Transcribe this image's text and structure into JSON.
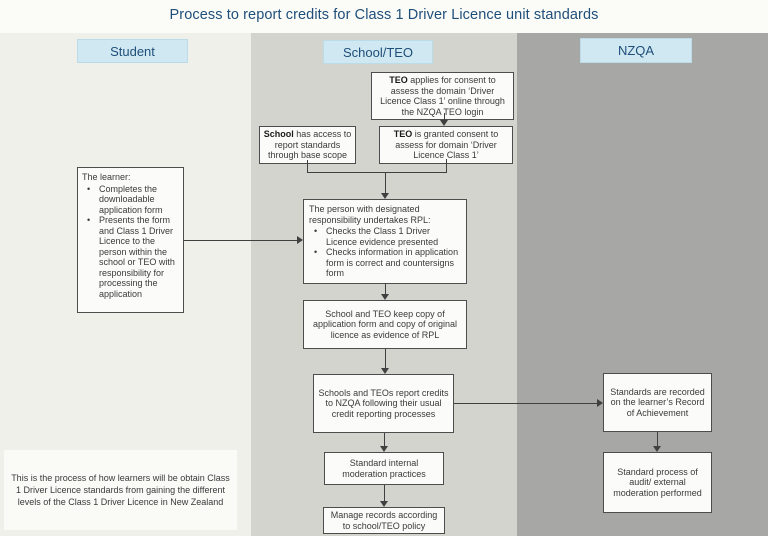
{
  "title": "Process to report credits for Class 1 Driver Licence unit standards",
  "columns": {
    "student": {
      "label": "Student"
    },
    "school_teo": {
      "label": "School/TEO"
    },
    "nzqa": {
      "label": "NZQA"
    }
  },
  "boxes": {
    "teo_applies": {
      "bold": "TEO",
      "text": " applies for consent to assess the domain ‘Driver Licence Class 1’ online through the NZQA TEO login"
    },
    "school_access": {
      "bold": "School",
      "text": " has access to report standards through base scope"
    },
    "teo_granted": {
      "bold": "TEO",
      "text": " is granted consent to assess for domain ‘Driver Licence Class 1’"
    },
    "learner": {
      "title": "The learner:",
      "bullets": [
        "Completes the downloadable application form",
        "Presents the form and Class 1 Driver Licence to the person within the school or TEO with responsibility for processing the application"
      ]
    },
    "rpl": {
      "title": "The person with designated responsibility undertakes RPL:",
      "bullets": [
        "Checks the Class 1 Driver Licence evidence presented",
        "Checks information in application form is correct and countersigns form"
      ]
    },
    "keep_copy": {
      "text": "School and TEO keep copy of application form and copy of original licence as evidence of RPL"
    },
    "report_credits": {
      "text": "Schools and TEOs report credits to NZQA following their usual credit reporting processes"
    },
    "internal_moderation": {
      "text": "Standard internal moderation practices"
    },
    "manage_records": {
      "text": "Manage records according to school/TEO policy"
    },
    "standards_recorded": {
      "text": "Standards are recorded on the learner’s Record of Achievement"
    },
    "audit": {
      "text": "Standard process of audit/ external moderation performed"
    },
    "note": {
      "text": "This is the process of how learners will be obtain Class 1 Driver Licence standards from gaining the different levels of the Class 1 Driver Licence in New Zealand"
    }
  },
  "colors": {
    "title": "#1f4e79",
    "header_bg": "#cfe8f2",
    "header_text": "#1f4e79",
    "student_column_bg": "#f0f0eb",
    "school_column_bg": "#d4d4cf",
    "nzqa_column_bg": "#a7a7a5",
    "box_bg": "#fbfbf9",
    "box_border": "#4d4d4d",
    "text_color": "#3a3a3a",
    "connector": "#404040",
    "page_bg": "#fbfcf8"
  }
}
